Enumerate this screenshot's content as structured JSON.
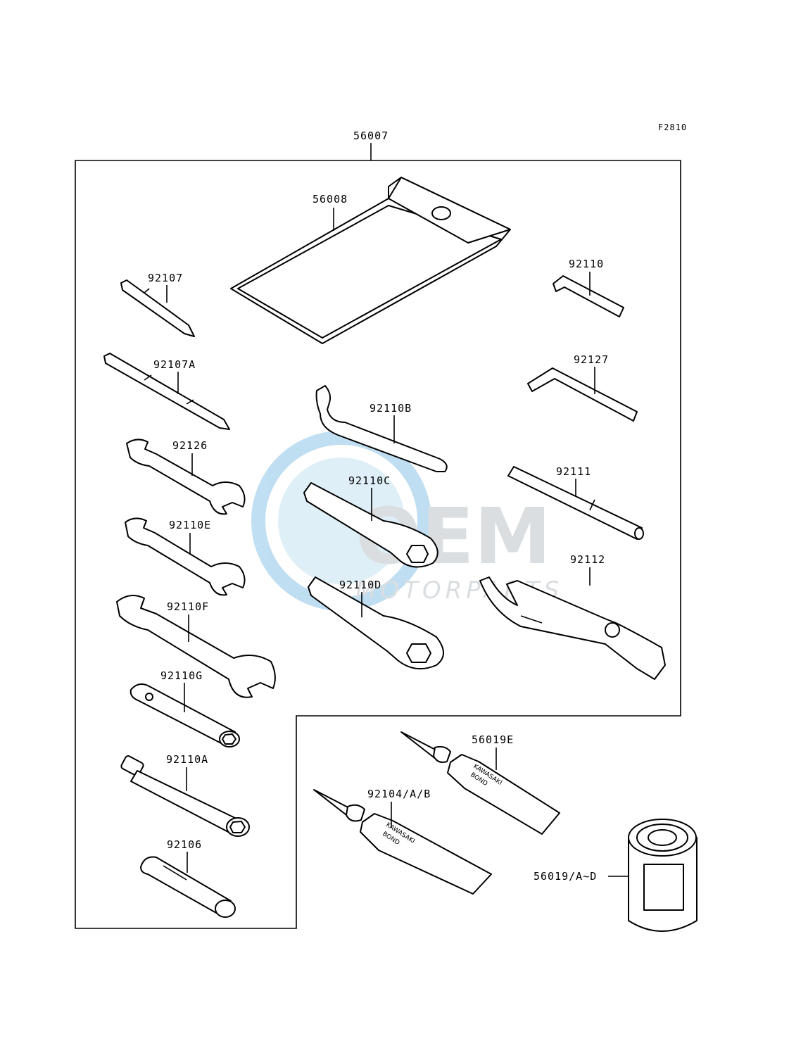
{
  "figure_code": "F2810",
  "group_label": "56007",
  "parts": {
    "p56008": "56008",
    "p92107": "92107",
    "p92107A": "92107A",
    "p92126": "92126",
    "p92110E": "92110E",
    "p92110F": "92110F",
    "p92110G": "92110G",
    "p92110A": "92110A",
    "p92106": "92106",
    "p92110": "92110",
    "p92127": "92127",
    "p92110B": "92110B",
    "p92110C": "92110C",
    "p92110D": "92110D",
    "p92111": "92111",
    "p92112": "92112",
    "p56019E": "56019E",
    "p92104": "92104/A/B",
    "p56019AD": "56019/A~D"
  },
  "tube_brand": "KAWASAKI",
  "tube_type": "BOND",
  "watermark": {
    "brand": "OEM",
    "tagline": "MOTORPARTS",
    "color": "#9aa3ab",
    "globe_color": "#4da3d9"
  }
}
